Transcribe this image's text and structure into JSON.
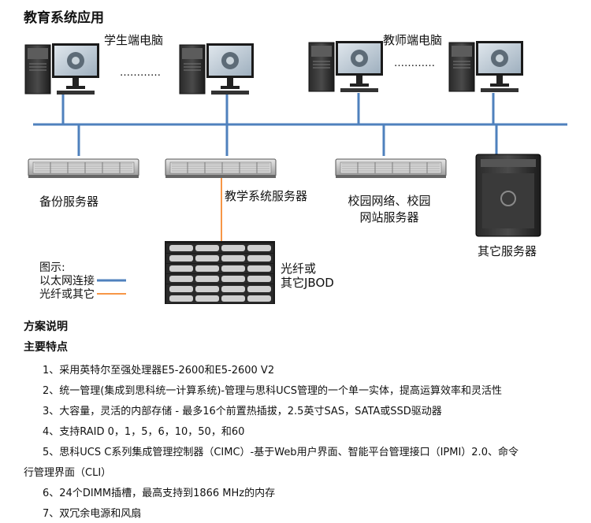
{
  "diagram": {
    "title": "教育系统应用",
    "student_pcs_label": "学生端电脑",
    "teacher_pcs_label": "教师端电脑",
    "ellipsis": "…………",
    "backup_server_label": "备份服务器",
    "teaching_server_label": "教学系统服务器",
    "campus_server_label_line1": "校园网络、校园",
    "campus_server_label_line2": "网站服务器",
    "other_server_label": "其它服务器",
    "storage_label_line1": "光纤或",
    "storage_label_line2": "其它JBOD",
    "legend": {
      "title": "图示:",
      "ethernet_label": "以太网连接",
      "fiber_label": "光纤或其它",
      "ethernet_color": "#4f81bd",
      "fiber_color": "#f79646"
    }
  },
  "description": {
    "heading": "方案说明",
    "features_heading": "主要特点",
    "items": [
      "1、采用英特尔至强处理器E5-2600和E5-2600 V2",
      "2、统一管理(集成到思科统一计算系统)-管理与思科UCS管理的一个单一实体，提高运算效率和灵活性",
      "3、大容量，灵活的内部存储 - 最多16个前置热插拔，2.5英寸SAS，SATA或SSD驱动器",
      "4、支持RAID 0，1，5，6，10，50，和60",
      "5、思科UCS C系列集成管理控制器（CIMC）-基于Web用户界面、智能平台管理接口（IPMI）2.0、命令",
      "行管理界面（CLI）",
      "6、24个DIMM插槽，最高支持到1866 MHz的内存",
      "7、双冗余电源和风扇"
    ]
  }
}
